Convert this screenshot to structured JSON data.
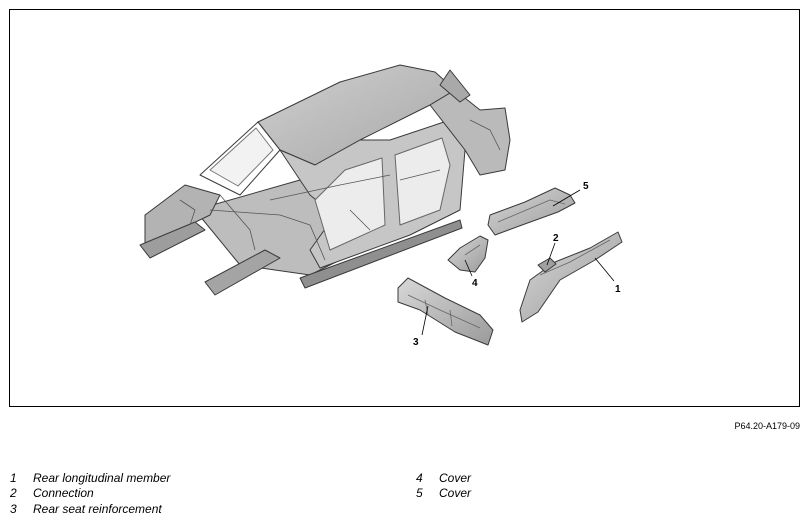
{
  "figure_code": "P64.20-A179-09",
  "callouts": [
    "1",
    "2",
    "3",
    "4",
    "5"
  ],
  "legend": [
    {
      "num": "1",
      "label": "Rear longitudinal member"
    },
    {
      "num": "2",
      "label": "Connection"
    },
    {
      "num": "3",
      "label": "Rear seat reinforcement"
    },
    {
      "num": "4",
      "label": "Cover"
    },
    {
      "num": "5",
      "label": "Cover"
    }
  ]
}
